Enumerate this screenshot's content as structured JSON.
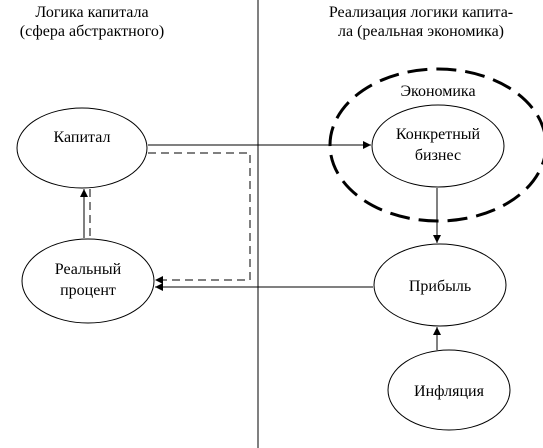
{
  "headers": {
    "left": [
      "Логика капитала",
      "(сфера абстрактного)"
    ],
    "right": [
      "Реализация логики капита-",
      "ла (реальная экономика)"
    ]
  },
  "nodes": {
    "kapital": [
      "Капитал"
    ],
    "percent": [
      "Реальный",
      "процент"
    ],
    "biznes": [
      "Конкретный",
      "бизнес"
    ],
    "ekonomika": [
      "Экономика"
    ],
    "pribyl": [
      "Прибыль"
    ],
    "inflyaciya": [
      "Инфляция"
    ]
  },
  "edges": [
    {
      "from": "kapital",
      "to": "biznes",
      "style": "solid"
    },
    {
      "from": "biznes",
      "to": "pribyl",
      "style": "solid"
    },
    {
      "from": "pribyl",
      "to": "percent",
      "style": "solid"
    },
    {
      "from": "inflyaciya",
      "to": "pribyl",
      "style": "solid"
    },
    {
      "from": "percent",
      "to": "kapital",
      "style": "solid"
    },
    {
      "from": "kapital",
      "to": "percent",
      "style": "dashed"
    }
  ]
}
